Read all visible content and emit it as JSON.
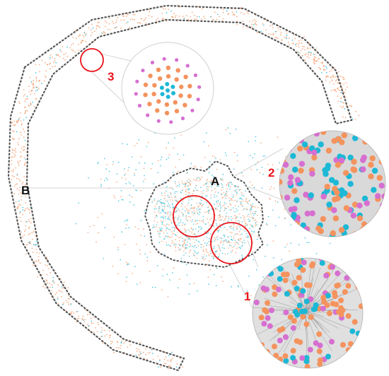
{
  "labels": {
    "region_a": "A",
    "region_b": "B",
    "zoom_1": "1",
    "zoom_2": "2",
    "zoom_3": "3"
  },
  "colors": {
    "orange_node": "#f4935e",
    "cyan_node": "#1cb8d6",
    "magenta_node": "#d66fd0",
    "edge": "#9a9a9a",
    "dotted_outline": "#555555",
    "highlight_circle": "#e8141a",
    "label_red": "#e8141a"
  },
  "icons": {
    "region_outline": "dotted-boundary",
    "highlight": "red-circle",
    "zoom": "magnifier-inset"
  }
}
